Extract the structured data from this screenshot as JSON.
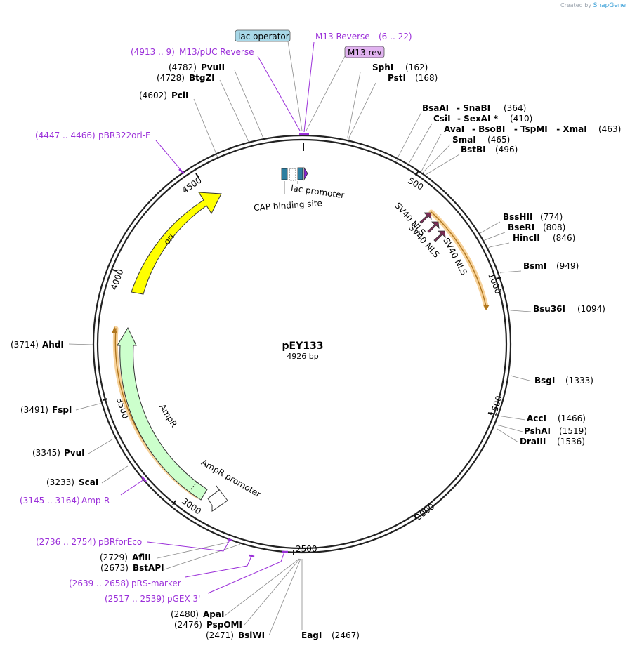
{
  "branding": {
    "prefix": "Created by",
    "name": "SnapGene"
  },
  "plasmid": {
    "name": "pEY133",
    "length": "4926 bp"
  },
  "ticks": [
    "500",
    "1000",
    "1500",
    "2000",
    "2500",
    "3000",
    "3500",
    "4000",
    "4500"
  ],
  "enzymes": [
    {
      "name": "SphI",
      "pos": "(162)"
    },
    {
      "name": "PstI",
      "pos": "(168)"
    },
    {
      "name": "BsaAI",
      "pos": "(364)",
      "suffix": "- SnaBI"
    },
    {
      "name": "CsiI",
      "pos": "(410)",
      "suffix": "- SexAI *"
    },
    {
      "name": "AvaI",
      "pos": "(463)",
      "suffix": "- BsoBI   - TspMI   - XmaI"
    },
    {
      "name": "SmaI",
      "pos": "(465)"
    },
    {
      "name": "BstBI",
      "pos": "(496)"
    },
    {
      "name": "BssHII",
      "pos": "(774)"
    },
    {
      "name": "BseRI",
      "pos": "(808)"
    },
    {
      "name": "HincII",
      "pos": "(846)"
    },
    {
      "name": "BsmI",
      "pos": "(949)"
    },
    {
      "name": "Bsu36I",
      "pos": "(1094)"
    },
    {
      "name": "BsgI",
      "pos": "(1333)"
    },
    {
      "name": "AccI",
      "pos": "(1466)"
    },
    {
      "name": "PshAI",
      "pos": "(1519)"
    },
    {
      "name": "DraIII",
      "pos": "(1536)"
    },
    {
      "name": "EagI",
      "pos": "(2467)"
    },
    {
      "name": "BsiWI",
      "pos": "(2471)"
    },
    {
      "name": "PspOMI",
      "pos": "(2476)"
    },
    {
      "name": "ApaI",
      "pos": "(2480)"
    },
    {
      "name": "BstAPI",
      "pos": "(2673)"
    },
    {
      "name": "AflII",
      "pos": "(2729)"
    },
    {
      "name": "ScaI",
      "pos": "(3233)"
    },
    {
      "name": "PvuI",
      "pos": "(3345)"
    },
    {
      "name": "FspI",
      "pos": "(3491)"
    },
    {
      "name": "AhdI",
      "pos": "(3714)"
    },
    {
      "name": "PciI",
      "pos": "(4602)"
    },
    {
      "name": "BtgZI",
      "pos": "(4728)"
    },
    {
      "name": "PvuII",
      "pos": "(4782)"
    }
  ],
  "primers": [
    {
      "name": "M13 Reverse",
      "range": "(6 .. 22)"
    },
    {
      "name": "M13/pUC Reverse",
      "range": "(4913 .. 9)"
    },
    {
      "name": "pBR322ori-F",
      "range": "(4447 .. 4466)"
    },
    {
      "name": "Amp-R",
      "range": "(3145 .. 3164)"
    },
    {
      "name": "pBRforEco",
      "range": "(2736 .. 2754)"
    },
    {
      "name": "pRS-marker",
      "range": "(2639 .. 2658)"
    },
    {
      "name": "pGEX 3'",
      "range": "(2517 .. 2539)"
    }
  ],
  "boxed_labels": {
    "lac_operator": "lac operator",
    "m13_rev": "M13 rev"
  },
  "features": {
    "ori": "ori",
    "ampr": "AmpR",
    "ampr_promoter": "AmpR promoter",
    "lac_promoter": "lac promoter",
    "cap_site": "CAP binding site",
    "sv40_nls": "SV40 NLS"
  },
  "colors": {
    "ori": "#ffff00",
    "ampr": "#ccffcc",
    "nls": "#7e2d57",
    "lac_operator": "#a8d8e8",
    "m13_rev": "#e1b3f0",
    "primer": "#9b30d9",
    "highlight": "#f7d29a",
    "lac_promoter": "#2d7ea0",
    "m13_arrow": "#8b22d6"
  }
}
